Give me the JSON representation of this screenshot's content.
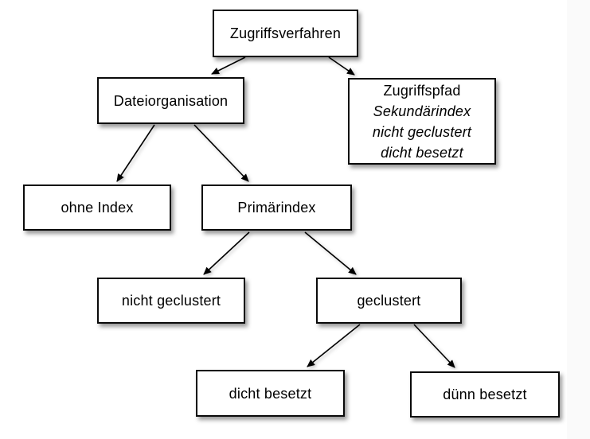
{
  "diagram": {
    "nodes": {
      "zugriffsverfahren": {
        "label": "Zugriffsverfahren"
      },
      "dateiorganisation": {
        "label": "Dateiorganisation"
      },
      "zugriffspfad": {
        "line1": "Zugriffspfad",
        "line2": "Sekundärindex",
        "line3": "nicht geclustert",
        "line4": "dicht besetzt"
      },
      "ohne_index": {
        "label": "ohne Index"
      },
      "primaerindex": {
        "label": "Primärindex"
      },
      "nicht_geclustert": {
        "label": "nicht geclustert"
      },
      "geclustert": {
        "label": "geclustert"
      },
      "dicht_besetzt": {
        "label": "dicht besetzt"
      },
      "duenn_besetzt": {
        "label": "dünn besetzt"
      }
    },
    "edges": [
      {
        "from": "Zugriffsverfahren",
        "to": "Dateiorganisation"
      },
      {
        "from": "Zugriffsverfahren",
        "to": "Zugriffspfad"
      },
      {
        "from": "Dateiorganisation",
        "to": "ohne Index"
      },
      {
        "from": "Dateiorganisation",
        "to": "Primärindex"
      },
      {
        "from": "Primärindex",
        "to": "nicht geclustert"
      },
      {
        "from": "Primärindex",
        "to": "geclustert"
      },
      {
        "from": "geclustert",
        "to": "dicht besetzt"
      },
      {
        "from": "geclustert",
        "to": "dünn besetzt"
      }
    ],
    "colors": {
      "box_border": "#0a0a0a",
      "box_fill": "#ffffff",
      "text": "#000000",
      "arrow": "#000000",
      "right_margin": "#fafafa",
      "background": "#ffffff"
    }
  }
}
